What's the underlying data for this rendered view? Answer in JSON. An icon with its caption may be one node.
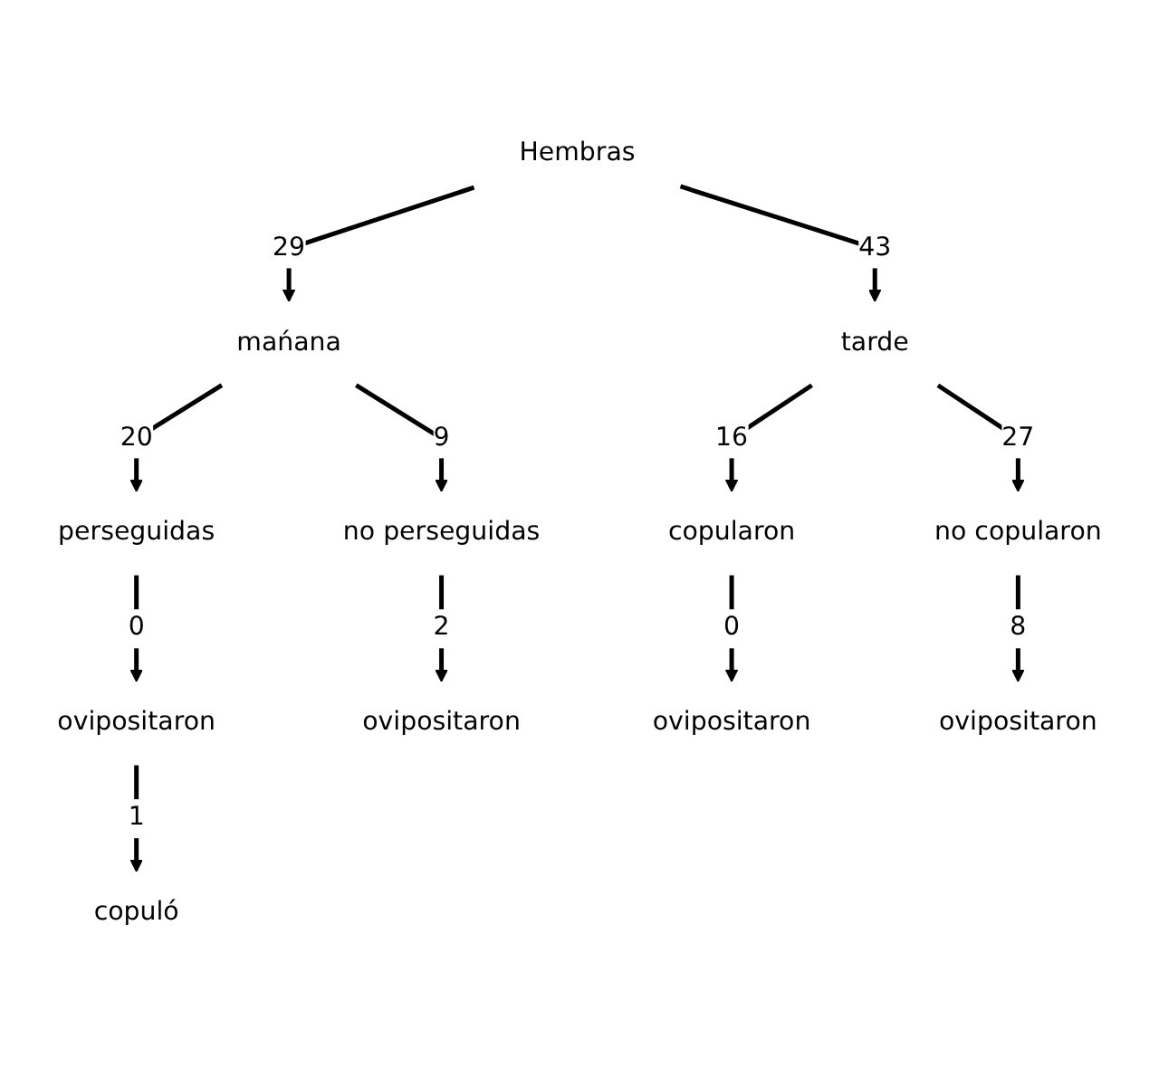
{
  "diagram": {
    "nodes": [
      {
        "text": [
          "Hembras"
        ]
      },
      {
        "text": [
          "mańana"
        ]
      },
      {
        "text": [
          "tarde"
        ]
      },
      {
        "text": [
          "perseguidas"
        ]
      },
      {
        "text": [
          "no perseguidas"
        ]
      },
      {
        "text": [
          "copularon"
        ]
      },
      {
        "text": [
          "no copularon"
        ]
      },
      {
        "text": [
          "ovipositaron"
        ]
      },
      {
        "text": [
          "ovipositaron"
        ]
      },
      {
        "text": [
          "ovipositaron"
        ]
      },
      {
        "text": [
          "ovipositaron"
        ]
      },
      {
        "text": [
          "copuló"
        ]
      }
    ],
    "edges": [
      {
        "from": 0,
        "to": 1,
        "arrow": "to",
        "label": "29"
      },
      {
        "from": 0,
        "to": 2,
        "arrow": "to",
        "label": "43"
      },
      {
        "from": 1,
        "to": 3,
        "arrow": "to",
        "label": "20"
      },
      {
        "from": 1,
        "to": 4,
        "arrow": "to",
        "label": "9"
      },
      {
        "from": 2,
        "to": 5,
        "arrow": "to",
        "label": "16"
      },
      {
        "from": 2,
        "to": 6,
        "arrow": "to",
        "label": "27"
      },
      {
        "from": 3,
        "to": 7,
        "arrow": "to",
        "label": "0"
      },
      {
        "from": 4,
        "to": 8,
        "arrow": "to",
        "label": "2"
      },
      {
        "from": 5,
        "to": 9,
        "arrow": "to",
        "label": "0"
      },
      {
        "from": 6,
        "to": 10,
        "arrow": "to",
        "label": "8"
      },
      {
        "from": 7,
        "to": 11,
        "arrow": "to",
        "label": "1"
      }
    ]
  }
}
